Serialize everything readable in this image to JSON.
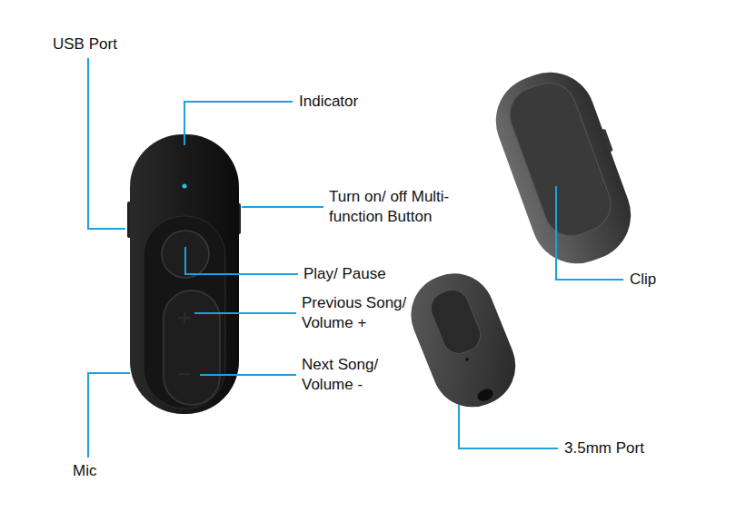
{
  "diagram": {
    "labels": [
      "USB Port",
      "Indicator",
      "Turn on/ off Multi-function Button",
      "Play/ Pause",
      "Previous Song/ Volume +",
      "Next Song/ Volume -",
      "Mic",
      "Clip",
      "3.5mm Port"
    ]
  }
}
